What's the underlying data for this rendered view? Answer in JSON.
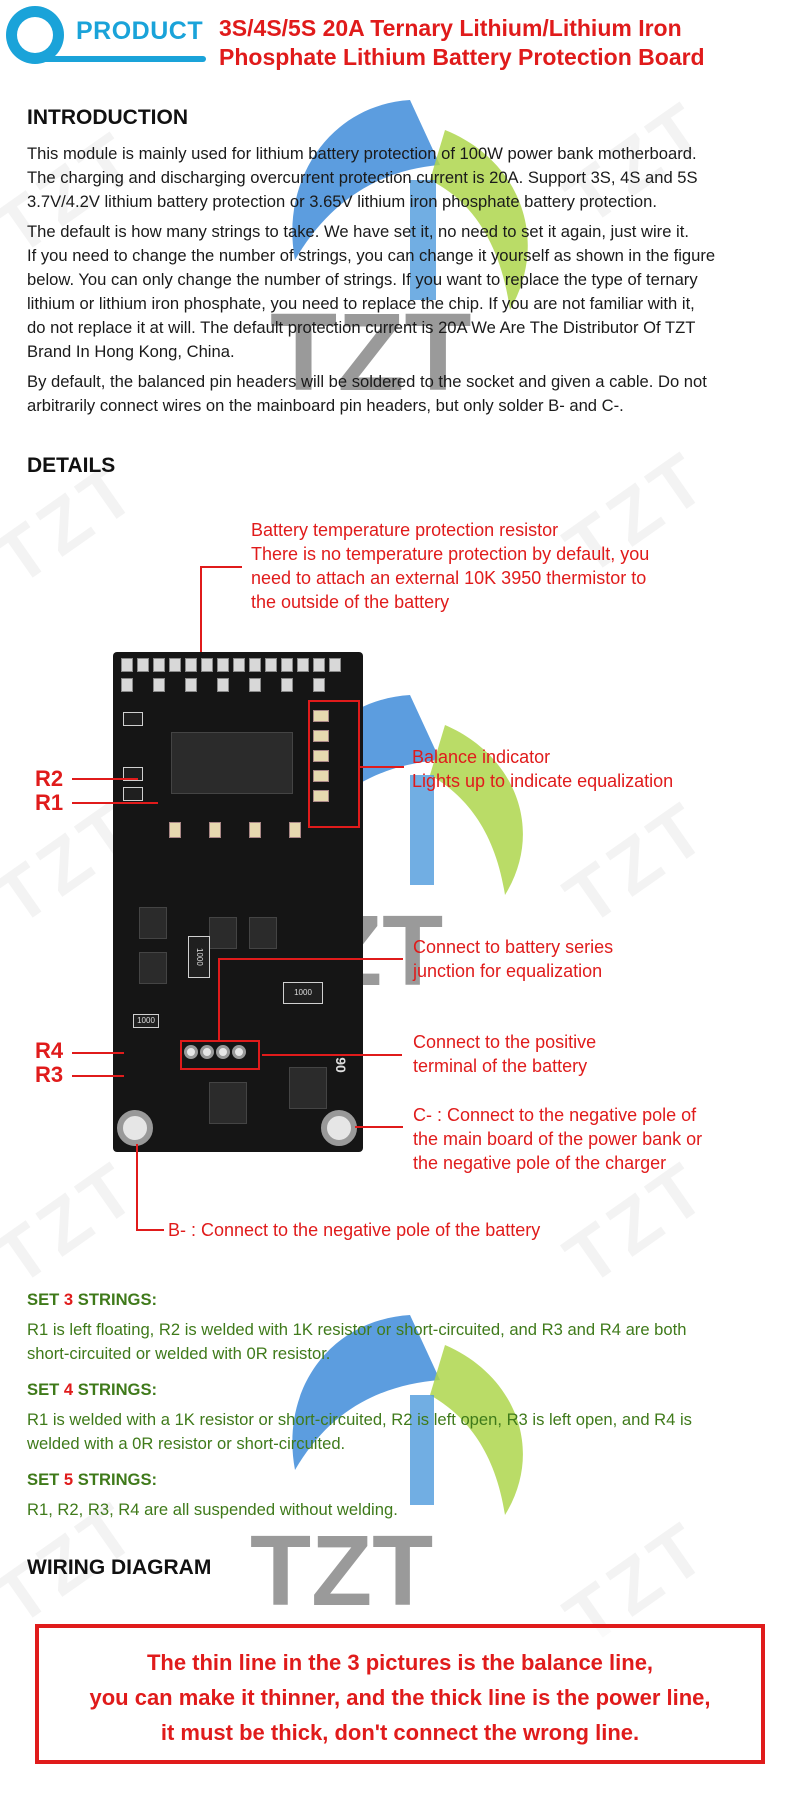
{
  "header": {
    "logo_text": "PRODUCT",
    "title_line1": "3S/4S/5S 20A Ternary Lithium/Lithium Iron",
    "title_line2": "Phosphate Lithium Battery Protection Board"
  },
  "watermark": {
    "text": "TZT"
  },
  "introduction": {
    "heading": "INTRODUCTION",
    "paragraphs": [
      [
        "This module is mainly used for lithium battery protection of 100W power bank motherboard.",
        "The charging and discharging overcurrent protection current is 20A. Support 3S, 4S and 5S",
        "3.7V/4.2V lithium battery protection or 3.65V lithium iron phosphate battery protection."
      ],
      [
        "The default is how many strings to take. We have set it, no need to set it again, just wire it.",
        "If you need to change the number of strings, you can change it yourself as shown in the figure",
        "below. You can only change the number of strings. If you want to replace the type of ternary",
        "lithium or lithium iron phosphate, you need to replace the chip. If you are not familiar with it,",
        "do not replace it at will. The default protection current is 20A We Are The Distributor Of TZT",
        "Brand In Hong Kong, China."
      ],
      [
        "By default, the balanced pin headers will be soldered to the socket and given a cable. Do not",
        "arbitrarily connect wires on the mainboard pin headers, but only solder B- and C-."
      ]
    ]
  },
  "details": {
    "heading": "DETAILS",
    "temp_callout": [
      "Battery temperature protection resistor",
      "There is no temperature protection by default, you",
      "need to attach an external 10K 3950 thermistor to",
      "the outside of the battery"
    ],
    "balance_callout": [
      "Balance indicator",
      "Lights up to indicate equalization"
    ],
    "series_callout": [
      "Connect to battery series",
      "junction for equalization"
    ],
    "positive_callout": [
      "Connect to the positive",
      "terminal of the battery"
    ],
    "cminus_callout": [
      "C- : Connect to the negative pole of",
      "the main board of the power bank or",
      "the negative pole of the charger"
    ],
    "bminus_callout": "B- : Connect to the negative pole of the battery",
    "labels": {
      "r1": "R1",
      "r2": "R2",
      "r3": "R3",
      "r4": "R4"
    },
    "board_marks": {
      "resistor_code": "1000",
      "edge_mark": "90"
    }
  },
  "sets": [
    {
      "prefix": "SET",
      "number": "3",
      "suffix": "STRINGS:",
      "body": [
        "R1 is left floating, R2 is welded with 1K resistor or short-circuited, and R3 and R4 are both",
        "short-circuited or welded with 0R resistor."
      ]
    },
    {
      "prefix": "SET",
      "number": "4",
      "suffix": "STRINGS:",
      "body": [
        "R1 is welded with a 1K resistor or short-circuited, R2 is left open, R3 is left open, and R4 is",
        "welded with a 0R resistor or short-circuited."
      ]
    },
    {
      "prefix": "SET",
      "number": "5",
      "suffix": "STRINGS:",
      "body": [
        "R1, R2, R3, R4 are all suspended without welding."
      ]
    }
  ],
  "wiring": {
    "heading": "WIRING DIAGRAM",
    "notice": [
      "The thin line in the 3 pictures is the balance line,",
      "you can make it thinner, and the thick line is the power line,",
      "it must be thick, don't connect the wrong line."
    ]
  },
  "colors": {
    "accent_red": "#e01b1b",
    "brand_blue": "#1aa3d9",
    "set_green": "#3f7a1a"
  }
}
